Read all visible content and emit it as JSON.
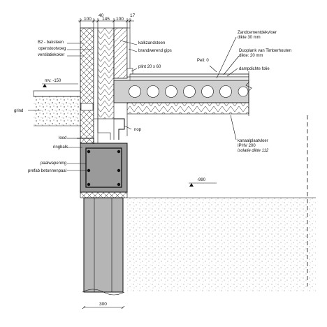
{
  "labels": {
    "kalkzandsteen": "kalkzandsteen",
    "brandwerend_gips": "brandwerend gips",
    "b2_baksteen": "B2 - baksteen",
    "openstootvoeg": "openstootvoeg",
    "ventilatiekoker": "ventilatiekoker",
    "plint": "plint 20 x 60",
    "peil": "Peil: 0",
    "zandcement_1": "Zandcementdekvloer",
    "zandcement_2": "dikte 30 mm",
    "duoplank_1": "Duoplank van Timberhouten",
    "duoplank_2": "dikte: 20 mm",
    "dampdichte_folie": "dampdichte folie",
    "mv": "mv: -150",
    "grind": "grind",
    "nop": "nop",
    "lood": "lood",
    "ringbalk": "ringbalk",
    "kanaalplaat_1": "kanaalplaatvloer",
    "kanaalplaat_2": "IPHV 200",
    "kanaalplaat_3": "isolatie dikte 112",
    "paalwapening": "paalwapening",
    "prefab_betonnenpaal": "prefab betonnenpaal",
    "level_990": "-990"
  },
  "dimensions": {
    "top_40": "40",
    "top_100_left": "100",
    "top_145": "145",
    "top_100_right": "100",
    "top_17": "17",
    "bottom_300": "300"
  },
  "colors": {
    "line": "#111111",
    "slab_fill": "#c8c8c8",
    "beam_fill": "#9a9a9a",
    "pile_fill": "#b5b5b5"
  }
}
